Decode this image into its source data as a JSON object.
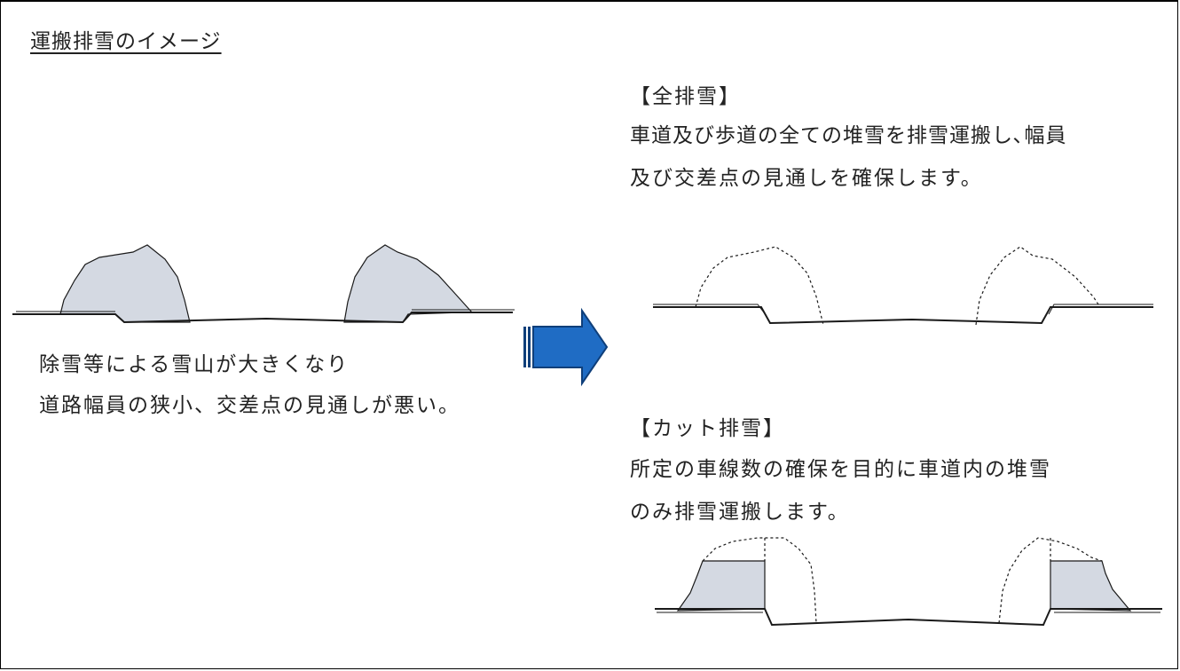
{
  "title": "運搬排雪のイメージ",
  "before": {
    "line1": "除雪等による雪山が大きくなり",
    "line2": "道路幅員の狭小、交差点の見通しが悪い。"
  },
  "full_removal": {
    "heading": "【全排雪】",
    "line1": "車道及び歩道の全ての堆雪を排雪運搬し､幅員",
    "line2": "及び交差点の見通しを確保します。"
  },
  "cut_removal": {
    "heading": "【カット排雪】",
    "line1": "所定の車線数の確保を目的に車道内の堆雪",
    "line2": "のみ排雪運搬します。"
  },
  "colors": {
    "snow_fill": "#d4d9e2",
    "arrow_fill": "#1f6cc4",
    "arrow_dark": "#0f3f7a",
    "line": "#1a1a1a"
  },
  "icons": [
    "arrow-right-icon"
  ]
}
